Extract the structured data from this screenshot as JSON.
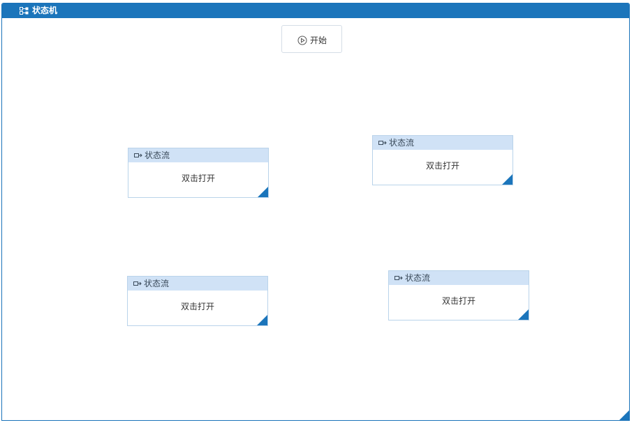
{
  "window": {
    "title": "状态机",
    "icon": "state-machine-icon"
  },
  "start_node": {
    "label": "开始",
    "icon": "play-circle-icon"
  },
  "flow_nodes": [
    {
      "title": "状态流",
      "body": "双击打开",
      "icon": "flow-icon"
    },
    {
      "title": "状态流",
      "body": "双击打开",
      "icon": "flow-icon"
    },
    {
      "title": "状态流",
      "body": "双击打开",
      "icon": "flow-icon"
    },
    {
      "title": "状态流",
      "body": "双击打开",
      "icon": "flow-icon"
    }
  ],
  "colors": {
    "titlebar": "#1b75bb",
    "node_header": "#d0e2f6",
    "node_border": "#b9d3ea",
    "accent": "#1b75bb"
  }
}
